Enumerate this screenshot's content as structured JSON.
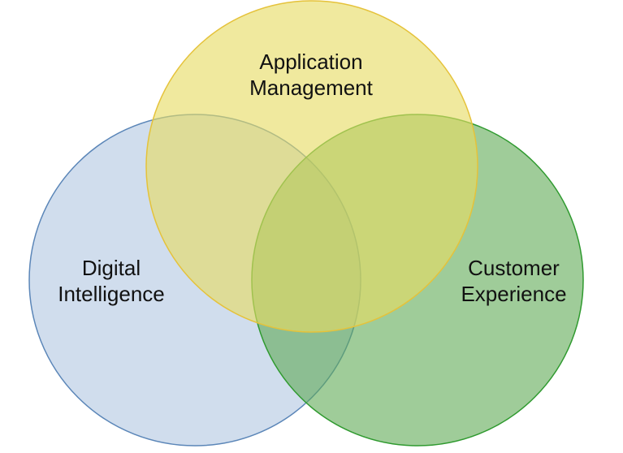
{
  "diagram": {
    "type": "venn-3",
    "circles": {
      "application_management": {
        "line1": "Application",
        "line2": "Management",
        "fill_color": "#e8e070",
        "stroke_color": "#e5c23a"
      },
      "digital_intelligence": {
        "line1": "Digital",
        "line2": "Intelligence",
        "fill_color": "#a9c1df",
        "stroke_color": "#5b86b8"
      },
      "customer_experience": {
        "line1": "Customer",
        "line2": "Experience",
        "fill_color": "#7bbd71",
        "stroke_color": "#2f9a2f"
      }
    }
  }
}
